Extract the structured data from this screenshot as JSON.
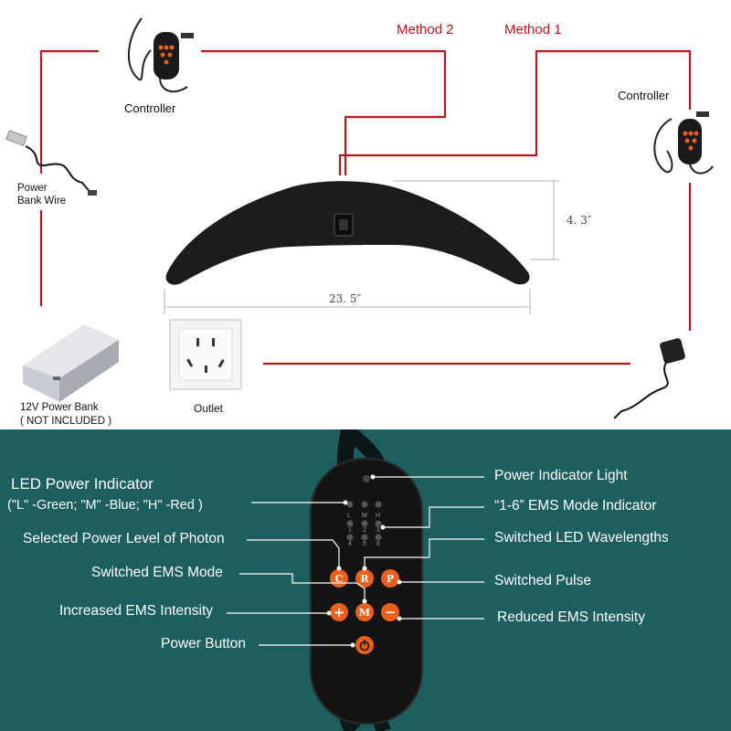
{
  "top": {
    "method2": "Method 2",
    "method1": "Method 1",
    "controller_left": "Controller",
    "controller_right": "Controller",
    "power_bank_wire": "Power\nBank Wire",
    "power_bank": "12V Power Bank",
    "not_included": "( NOT INCLUDED )",
    "outlet": "Outlet",
    "width_dim": "23. 5″",
    "height_dim": "4. 3″"
  },
  "controller_diagram": {
    "callouts_left": [
      "LED Power Indicator",
      "(\"L\" -Green; \"M\" -Blue; \"H\" -Red )",
      "Selected Power Level of Photon",
      "Switched EMS Mode",
      "Increased EMS Intensity",
      "Power Button"
    ],
    "callouts_right": [
      "Power Indicator Light",
      "“1-6” EMS Mode Indicator",
      "Switched LED Wavelengths",
      "Switched Pulse",
      "Reduced EMS Intensity"
    ],
    "led_labels": [
      "L",
      "M",
      "H",
      "1",
      "2",
      "3",
      "4",
      "5",
      "6"
    ],
    "buttons": [
      "C",
      "R",
      "P",
      "+",
      "M",
      "−"
    ],
    "accent_color": "#e8601c",
    "background_color": "#1d5e5e"
  }
}
